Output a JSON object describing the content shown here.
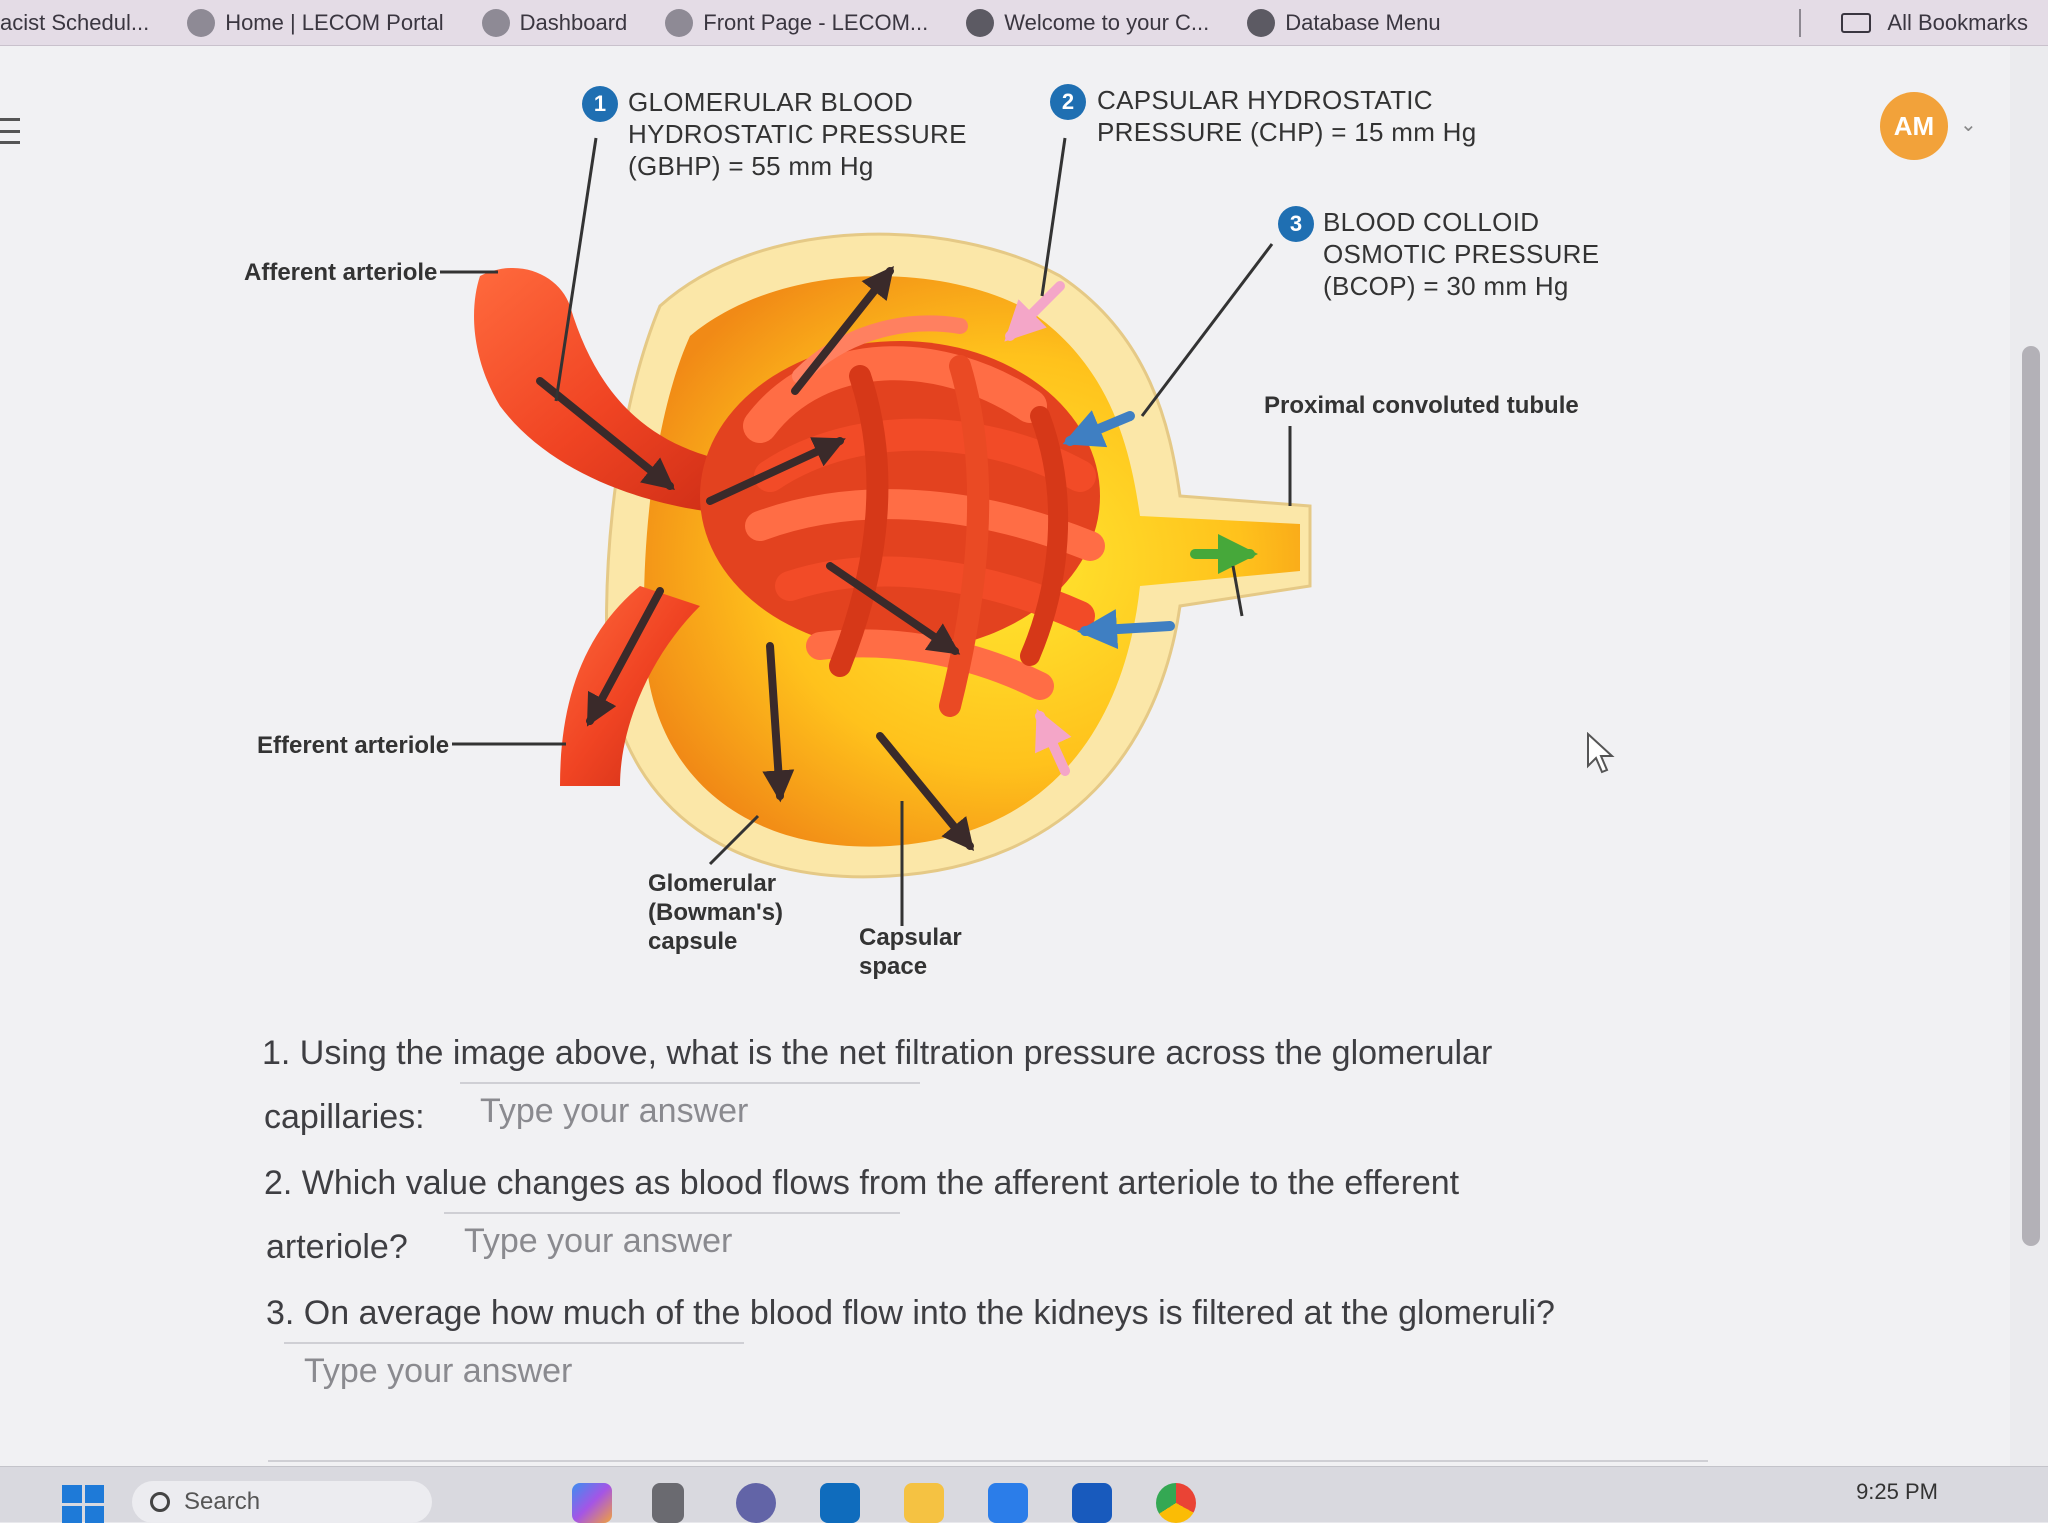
{
  "bookmarks": [
    {
      "label": "acist Schedul...",
      "icon": "none"
    },
    {
      "label": "Home | LECOM Portal",
      "icon": "lecom-icon"
    },
    {
      "label": "Dashboard",
      "icon": "lecom-icon"
    },
    {
      "label": "Front Page - LECOM...",
      "icon": "lecom-icon"
    },
    {
      "label": "Welcome to your C...",
      "icon": "globe-icon"
    },
    {
      "label": "Database Menu",
      "icon": "globe-icon"
    }
  ],
  "all_bookmarks": "All Bookmarks",
  "avatar": "AM",
  "diagram": {
    "p1_num": "1",
    "p1_line1": "GLOMERULAR BLOOD",
    "p1_line2": "HYDROSTATIC PRESSURE",
    "p1_line3": "(GBHP) = 55 mm Hg",
    "p2_num": "2",
    "p2_line1": "CAPSULAR HYDROSTATIC",
    "p2_line2": "PRESSURE (CHP) = 15 mm Hg",
    "p3_num": "3",
    "p3_line1": "BLOOD COLLOID",
    "p3_line2": "OSMOTIC PRESSURE",
    "p3_line3": "(BCOP) = 30 mm Hg",
    "afferent": "Afferent arteriole",
    "efferent": "Efferent arteriole",
    "pct": "Proximal convoluted tubule",
    "capsule1": "Glomerular",
    "capsule2": "(Bowman's)",
    "capsule3": "capsule",
    "space1": "Capsular",
    "space2": "space"
  },
  "questions": [
    {
      "line1": "1. Using the image above, what is the net filtration pressure across the glomerular",
      "line2": "capillaries:",
      "placeholder": "Type your answer"
    },
    {
      "line1": "2. Which value changes as blood flows from the afferent arteriole to the efferent",
      "line2": "arteriole?",
      "placeholder": "Type your answer"
    },
    {
      "line1": "3. On average how much of the blood flow into the kidneys is filtered at the glomeruli?",
      "line2": "",
      "placeholder": "Type your answer"
    }
  ],
  "taskbar": {
    "search": "Search",
    "time": "9:25 PM"
  }
}
